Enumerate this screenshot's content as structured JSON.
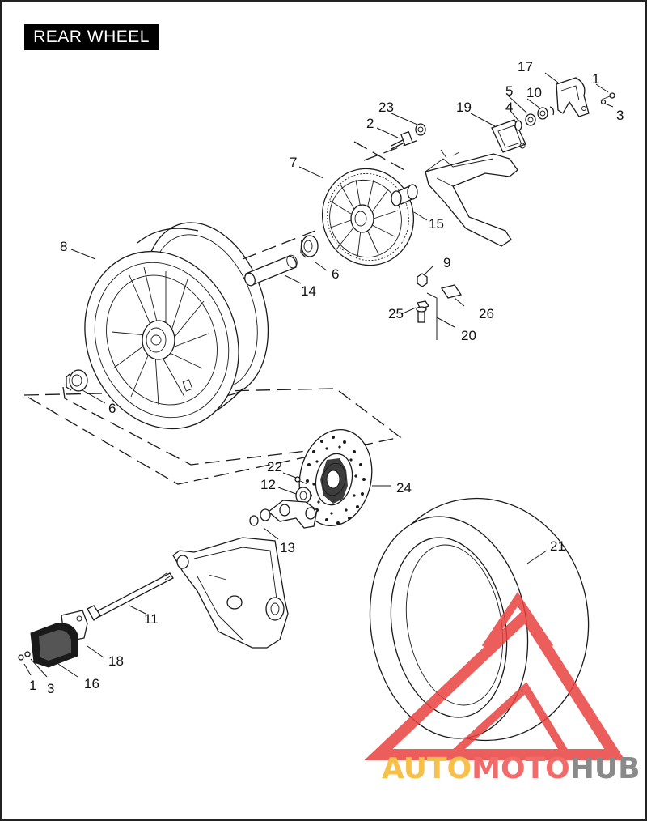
{
  "title": "REAR WHEEL",
  "callouts": {
    "c1a": "1",
    "c3a": "3",
    "c17": "17",
    "c5": "5",
    "c10": "10",
    "c4": "4",
    "c19": "19",
    "c23": "23",
    "c2": "2",
    "c7": "7",
    "c15": "15",
    "c8": "8",
    "c6a": "6",
    "c14": "14",
    "c9": "9",
    "c25": "25",
    "c26": "26",
    "c20": "20",
    "c6b": "6",
    "c22": "22",
    "c12": "12",
    "c24": "24",
    "c13": "13",
    "c21": "21",
    "c11": "11",
    "c18": "18",
    "c1b": "1",
    "c3b": "3",
    "c16": "16"
  },
  "watermark": {
    "part1": "AUTO",
    "part2": "MOTO",
    "part3": "HUB"
  },
  "colors": {
    "watermark_triangle": "#e8423f",
    "watermark_gold": "#f6c04a",
    "watermark_gray": "#8a8a8a"
  }
}
